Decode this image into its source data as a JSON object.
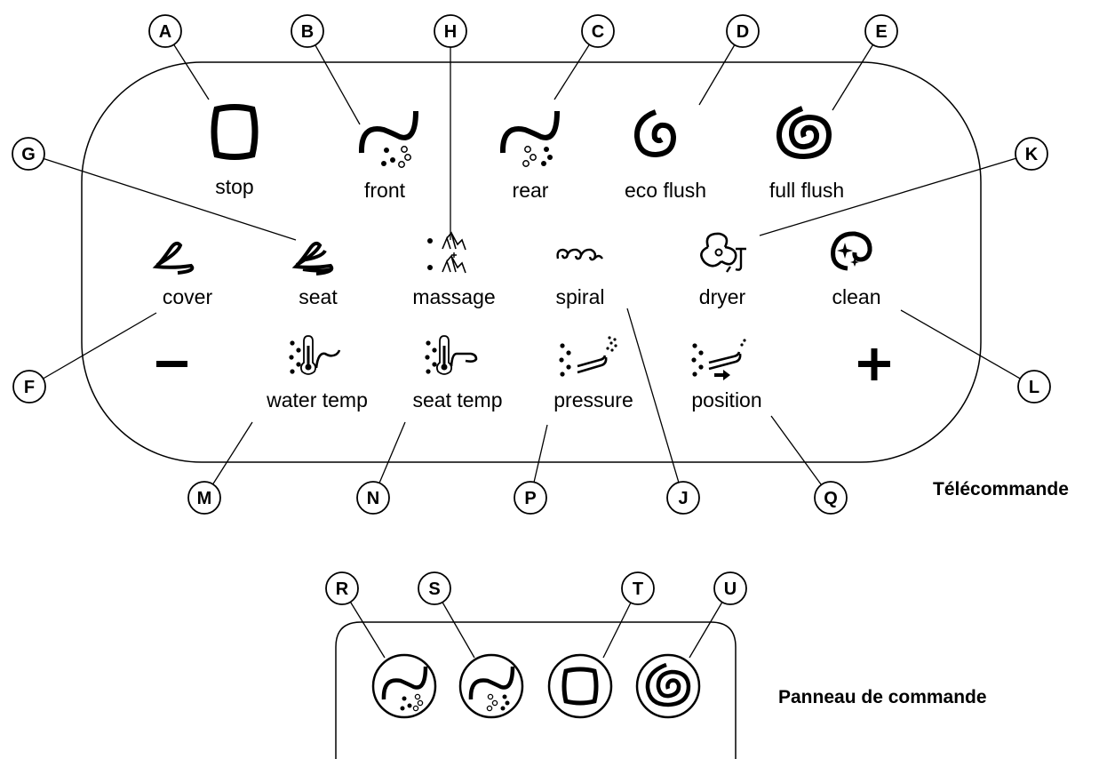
{
  "remote": {
    "title": "Télécommande",
    "buttons": {
      "stop": "stop",
      "front": "front",
      "rear": "rear",
      "eco_flush": "eco flush",
      "full_flush": "full flush",
      "cover": "cover",
      "seat": "seat",
      "massage": "massage",
      "spiral": "spiral",
      "dryer": "dryer",
      "clean": "clean",
      "minus": "–",
      "water_temp": "water temp",
      "seat_temp": "seat temp",
      "pressure": "pressure",
      "position": "position",
      "plus": "+"
    }
  },
  "panel": {
    "title": "Panneau de commande"
  },
  "callouts": {
    "A": "A",
    "B": "B",
    "C": "C",
    "D": "D",
    "E": "E",
    "F": "F",
    "G": "G",
    "H": "H",
    "J": "J",
    "K": "K",
    "L": "L",
    "M": "M",
    "N": "N",
    "P": "P",
    "Q": "Q",
    "R": "R",
    "S": "S",
    "T": "T",
    "U": "U"
  },
  "icons": {
    "stop": "stop-square-icon",
    "front": "front-wash-icon",
    "rear": "rear-wash-icon",
    "eco_flush": "eco-flush-spiral-icon",
    "full_flush": "full-flush-spiral-icon",
    "cover": "cover-lid-icon",
    "seat": "seat-lid-icon",
    "massage": "massage-icon",
    "spiral": "spiral-wave-icon",
    "dryer": "dryer-fan-icon",
    "clean": "nozzle-clean-icon",
    "water_temp": "water-temperature-icon",
    "seat_temp": "seat-temperature-icon",
    "pressure": "pressure-icon",
    "position": "position-icon"
  }
}
